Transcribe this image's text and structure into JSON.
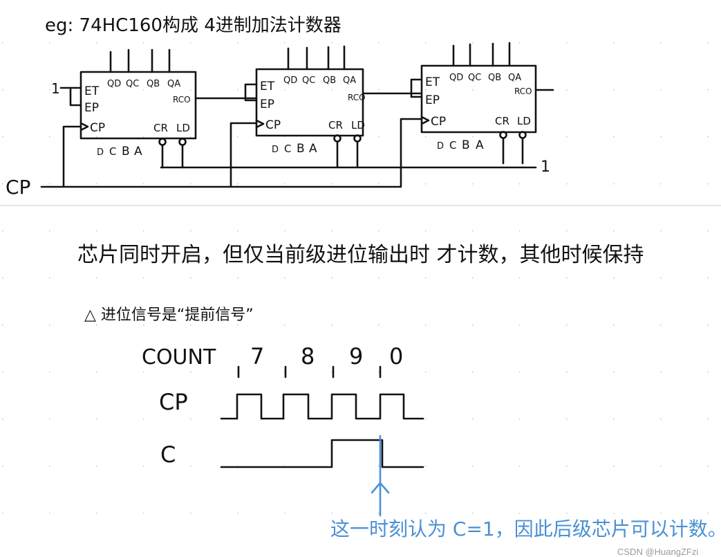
{
  "title": "eg: 74HC160构成 4进制加法计数器",
  "chips": [
    {
      "pins_left": [
        "ET",
        "EP",
        "CP"
      ],
      "pins_top": [
        "QD",
        "QC",
        "QB",
        "QA"
      ],
      "pins_right": [
        "RCO",
        "CR",
        "LD"
      ],
      "pins_bottom": [
        "D",
        "C",
        "B",
        "A"
      ]
    },
    {
      "pins_left": [
        "ET",
        "EP",
        "CP"
      ],
      "pins_top": [
        "QD",
        "QC",
        "QB",
        "QA"
      ],
      "pins_right": [
        "RCO",
        "CR",
        "LD"
      ],
      "pins_bottom": [
        "D",
        "C",
        "B",
        "A"
      ]
    },
    {
      "pins_left": [
        "ET",
        "EP",
        "CP"
      ],
      "pins_top": [
        "QD",
        "QC",
        "QB",
        "QA"
      ],
      "pins_right": [
        "RCO",
        "CR",
        "LD"
      ],
      "pins_bottom": [
        "D",
        "C",
        "B",
        "A"
      ]
    }
  ],
  "input_one": "1",
  "load_one": "1",
  "clock_label": "CP",
  "note1": "芯片同时开启，但仅当前级进位输出时 才计数，其他时候保持",
  "note2": "△ 进位信号是“提前信号”",
  "timing": {
    "count_label": "COUNT",
    "count_values": [
      "7",
      "8",
      "9",
      "0"
    ],
    "cp_label": "CP",
    "c_label": "C"
  },
  "annotation": "这一时刻认为 C=1，因此后级芯片可以计数。",
  "colors": {
    "ink": "#111111",
    "annotation": "#4a90d4",
    "grid_dot": "#b8c0d8"
  },
  "watermark": "CSDN @HuangZFzi"
}
